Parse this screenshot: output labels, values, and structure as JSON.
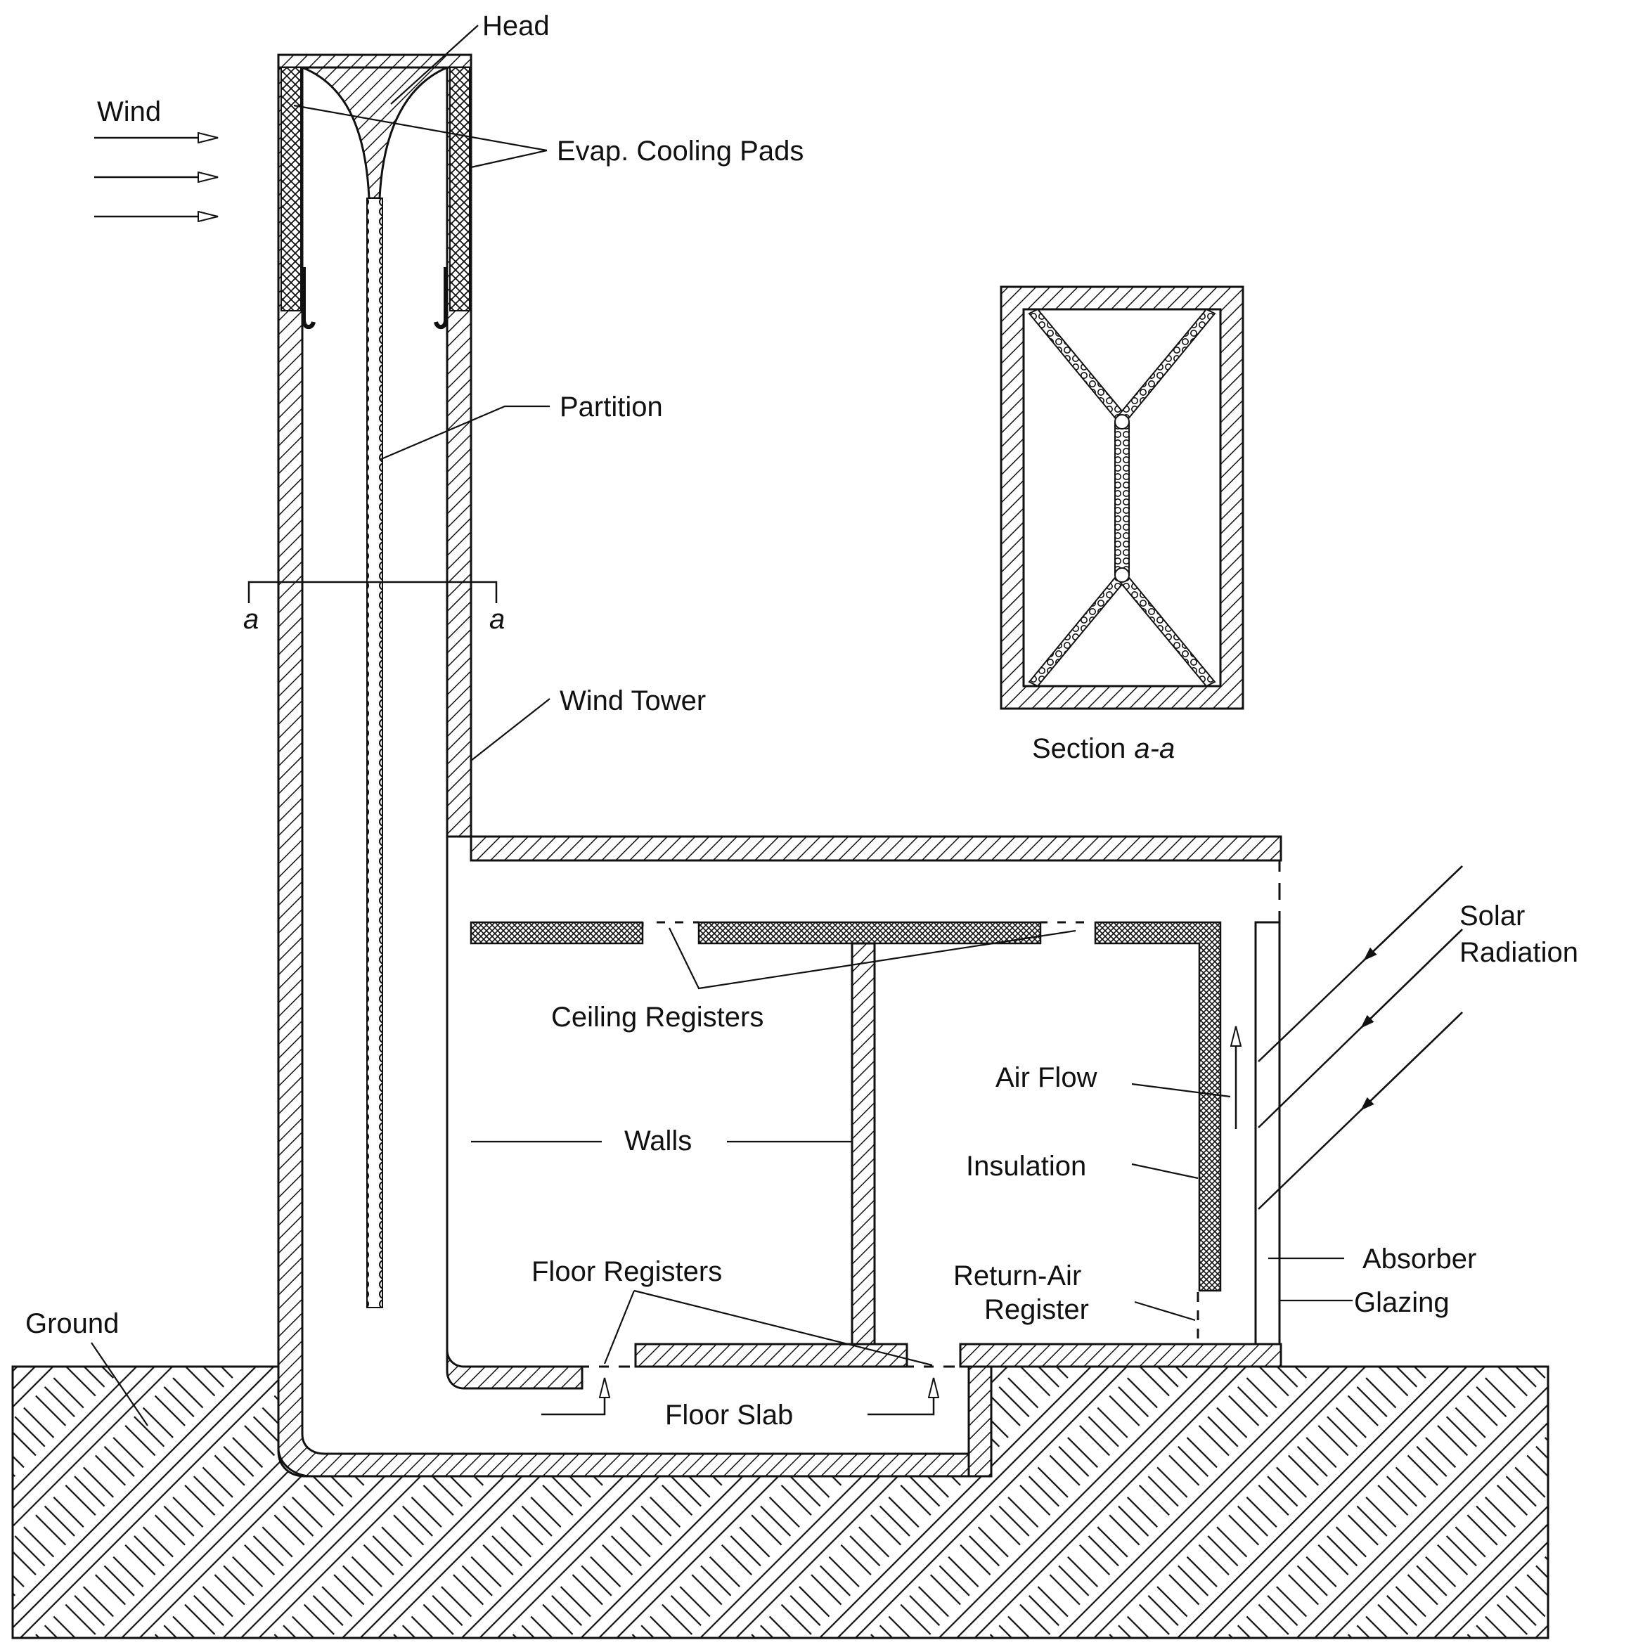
{
  "labels": {
    "head": "Head",
    "wind": "Wind",
    "evap_cooling_pads": "Evap. Cooling Pads",
    "partition": "Partition",
    "section_a_left": "a",
    "section_a_right": "a",
    "wind_tower": "Wind Tower",
    "section_prefix": "Section",
    "section_suffix": "a-a",
    "solar_radiation_line1": "Solar",
    "solar_radiation_line2": "Radiation",
    "ceiling_registers": "Ceiling Registers",
    "air_flow": "Air Flow",
    "walls": "Walls",
    "insulation": "Insulation",
    "absorber": "Absorber",
    "floor_registers": "Floor Registers",
    "return_air_register_line1": "Return-Air",
    "return_air_register_line2": "Register",
    "glazing": "Glazing",
    "ground": "Ground",
    "floor_slab": "Floor Slab"
  },
  "colors": {
    "ink": "#111111",
    "background": "#ffffff"
  }
}
